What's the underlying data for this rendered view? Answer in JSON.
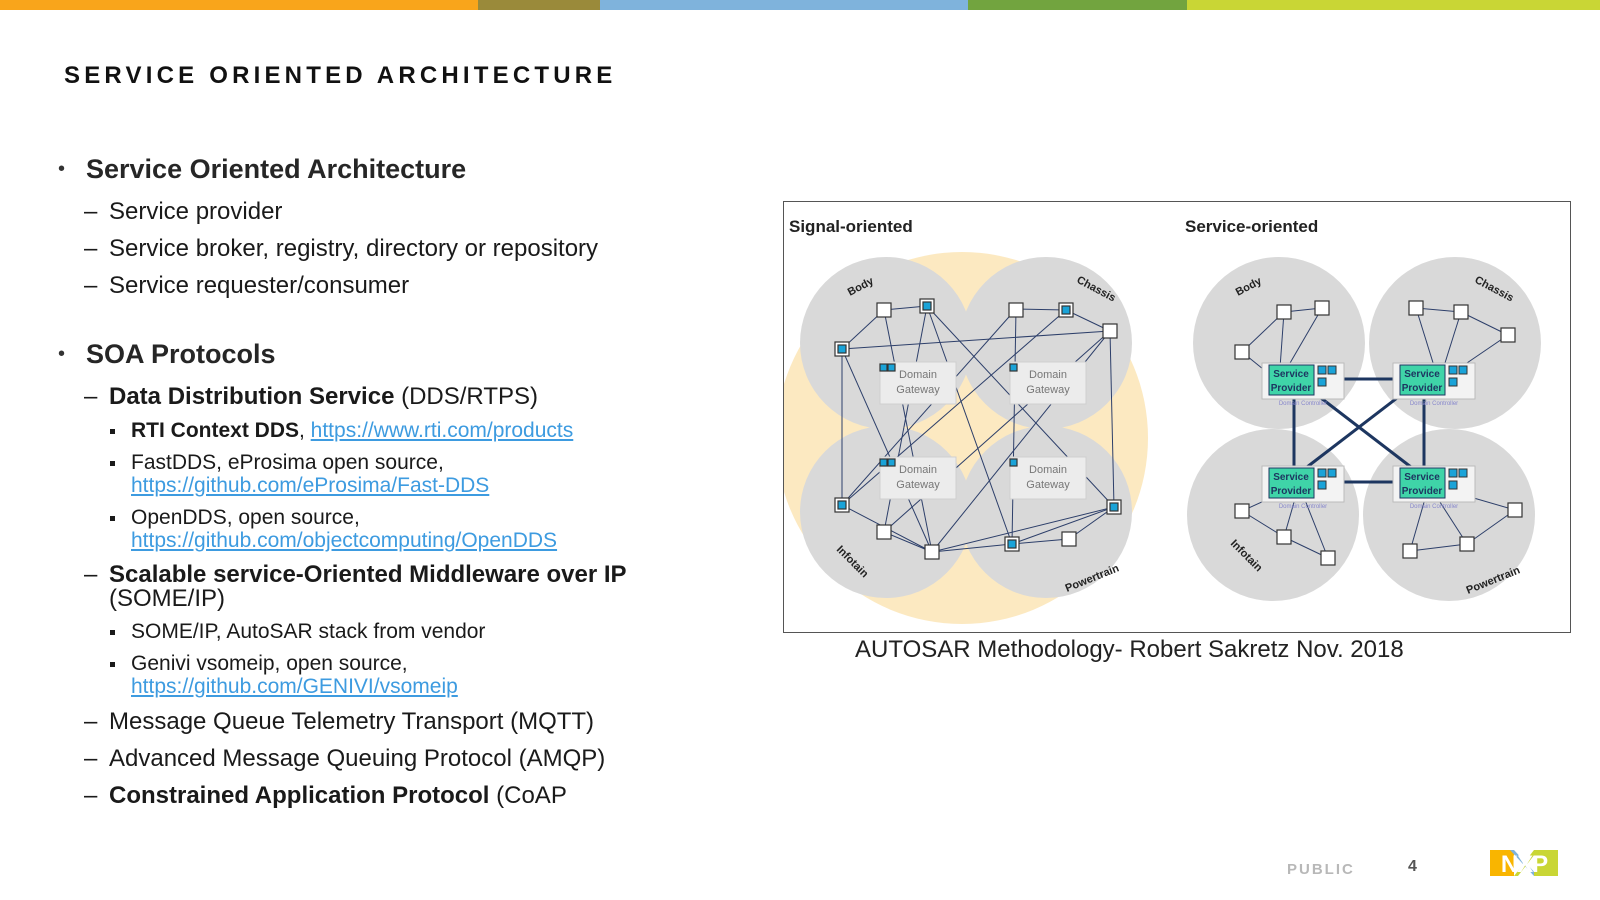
{
  "top_bar_colors": [
    "#f9a51b",
    "#9a8a3a",
    "#7fb3dc",
    "#72a43f",
    "#c9d635"
  ],
  "title": "SERVICE ORIENTED ARCHITECTURE",
  "section1": {
    "heading": "Service Oriented Architecture",
    "items": [
      "Service provider",
      "Service broker, registry, directory or repository",
      "Service requester/consumer"
    ]
  },
  "section2": {
    "heading": "SOA Protocols",
    "dds": {
      "bold": "Data Distribution Service",
      "rest": " (DDS/RTPS)",
      "sub": [
        {
          "bold": "RTI Context DDS",
          "text": ", ",
          "link": "https://www.rti.com/products"
        },
        {
          "text": "FastDDS, eProsima open source,",
          "link": "https://github.com/eProsima/Fast-DDS"
        },
        {
          "text": "OpenDDS, open source,",
          "link": "https://github.com/objectcomputing/OpenDDS"
        }
      ]
    },
    "someip": {
      "bold": "Scalable service-Oriented Middleware over IP",
      "rest": "(SOME/IP)",
      "sub": [
        {
          "text": "SOME/IP, AutoSAR stack from vendor"
        },
        {
          "text": "Genivi vsomeip, open source,",
          "link": "https://github.com/GENIVI/vsomeip"
        }
      ]
    },
    "mqtt": "Message Queue Telemetry Transport (MQTT)",
    "amqp": "Advanced Message Queuing Protocol (AMQP)",
    "coap": {
      "bold": "Constrained Application Protocol",
      "rest": " (CoAP"
    }
  },
  "figure": {
    "left_title": "Signal-oriented",
    "right_title": "Service-oriented",
    "domains": [
      "Body",
      "Chassis",
      "Infotain",
      "Powertrain"
    ],
    "gateway_label": [
      "Domain",
      "Gateway"
    ],
    "provider_label": [
      "Service",
      "Provider"
    ],
    "controller_label": "Domain Controller",
    "caption": "AUTOSAR Methodology- Robert Sakretz Nov. 2018"
  },
  "footer": {
    "classification": "PUBLIC",
    "page": "4",
    "logo": "NXP"
  }
}
